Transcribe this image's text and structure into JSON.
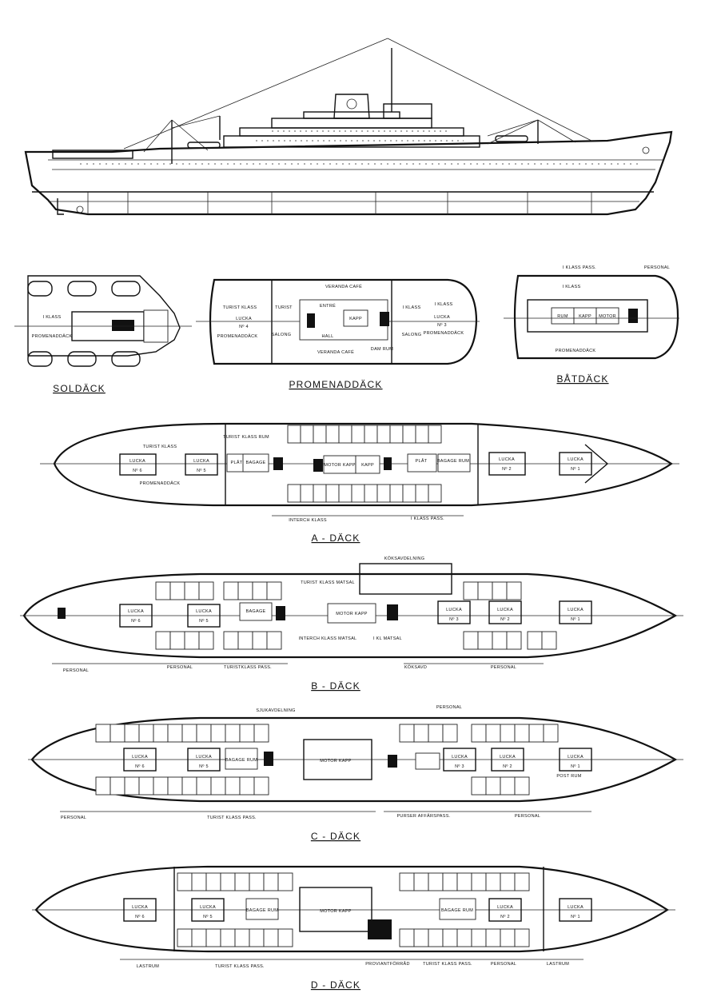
{
  "sections": {
    "profile": {},
    "soldack": {
      "title": "SOLDÄCK",
      "labels": [
        "I KLASS",
        "PROMENADDÄCK"
      ]
    },
    "promenaddack": {
      "title": "PROMENADDÄCK",
      "labels": [
        "VERANDA CAFÉ",
        "TURIST KLASS",
        "TURIST",
        "ENTRÉ",
        "HALL",
        "SALONG",
        "PROMENADDÄCK",
        "LUCKA",
        "Nº 4",
        "KAPP",
        "I KLASS",
        "SALONG",
        "LUCKA",
        "Nº 3",
        "VERANDA CAFÉ",
        "DAM RUM",
        "I KLASS",
        "PROMENADDÄCK"
      ]
    },
    "batdack": {
      "title": "BÅTDÄCK",
      "labels": [
        "I KLASS PASS.",
        "PERSONAL",
        "I KLASS",
        "PROMENADDÄCK",
        "RUM",
        "KAPP",
        "MOTOR"
      ]
    },
    "a_dack": {
      "title": "A - DÄCK",
      "labels": [
        "TURIST KLASS",
        "LUCKA",
        "Nº 6",
        "LUCKA",
        "Nº 5",
        "PROMENADDÄCK",
        "TURIST KLASS RUM",
        "PLÅT",
        "BAGAGE",
        "MOTOR KAPP",
        "KAPP",
        "PLÅT",
        "BAGAGE RUM",
        "LUCKA",
        "Nº 2",
        "LUCKA",
        "Nº 1",
        "INTERCH KLASS",
        "I KLASS PASS."
      ]
    },
    "b_dack": {
      "title": "B - DÄCK",
      "labels": [
        "KÖKSAVDELNING",
        "TURIST KLASS MATSAL",
        "LUCKA",
        "Nº 6",
        "LUCKA",
        "Nº 5",
        "BAGAGE",
        "MOTOR KAPP",
        "INTERCH KLASS MATSAL",
        "I KL MATSAL",
        "LUCKA",
        "Nº 3",
        "LUCKA",
        "Nº 2",
        "LUCKA",
        "Nº 1",
        "PERSONAL",
        "PERSONAL",
        "TURISTKLASS PASS.",
        "KÖKSAVD",
        "PERSONAL"
      ]
    },
    "c_dack": {
      "title": "C - DÄCK",
      "labels": [
        "SJUKAVDELNING",
        "PERSONAL",
        "LUCKA",
        "Nº 6",
        "LUCKA",
        "Nº 5",
        "BAGAGE RUM",
        "MOTOR KAPP",
        "LUCKA",
        "Nº 3",
        "LUCKA",
        "Nº 2",
        "LUCKA",
        "Nº 1",
        "POST RUM",
        "PERSONAL",
        "TURIST KLASS PASS.",
        "PURSER AFFÄRSPASS.",
        "PERSONAL"
      ]
    },
    "d_dack": {
      "title": "D - DÄCK",
      "labels": [
        "LUCKA",
        "Nº 6",
        "LUCKA",
        "Nº 5",
        "BAGAGE RUM",
        "MOTOR KAPP",
        "BAGAGE RUM",
        "LUCKA",
        "Nº 2",
        "LUCKA",
        "Nº 1",
        "LASTRUM",
        "TURIST KLASS PASS.",
        "PROVIANTFÖRRÅD",
        "TURIST KLASS PASS.",
        "PERSONAL",
        "LASTRUM"
      ]
    }
  }
}
